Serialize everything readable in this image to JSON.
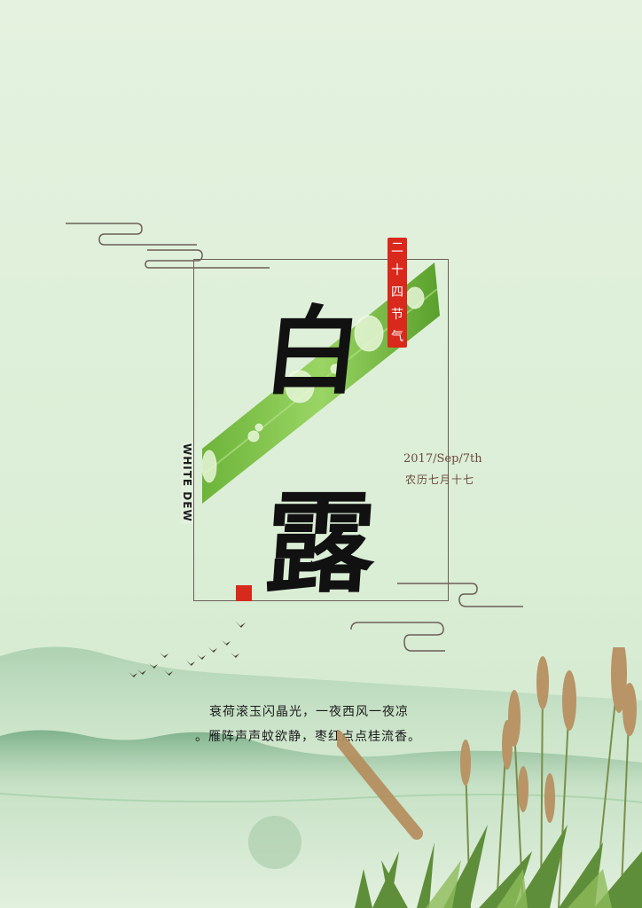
{
  "seal": {
    "chars": [
      "二",
      "十",
      "四",
      "节",
      "气"
    ]
  },
  "title": {
    "char1": "白",
    "char2": "露"
  },
  "english": "WHITE DEW",
  "date": "2017/Sep/7th",
  "lunar": "农历七月十七",
  "poem": {
    "line1": "衰荷滚玉闪晶光，一夜西风一夜凉",
    "line2": "。雁阵声声蚊欲静，枣红点点桂流香。"
  },
  "colors": {
    "background": "#e1efdc",
    "seal_red": "#d9281c",
    "frame": "#6b5f59",
    "grass": "#7cc242"
  }
}
